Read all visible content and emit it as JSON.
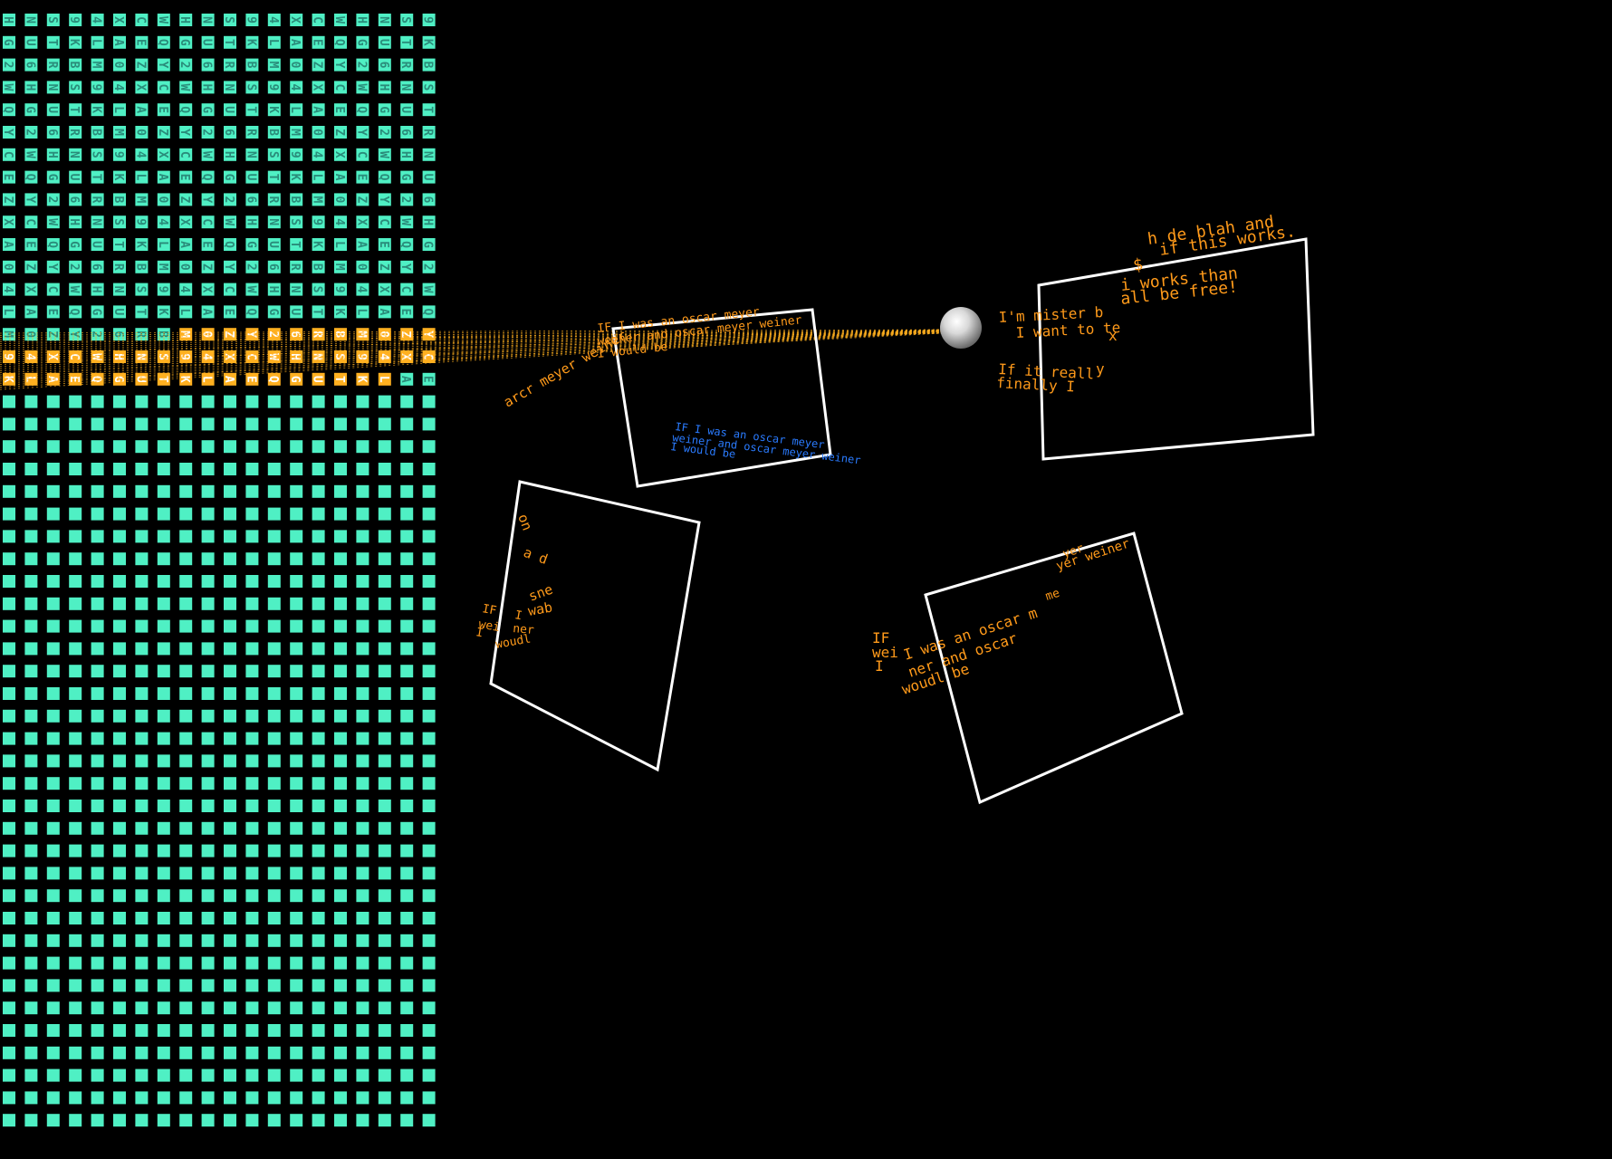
{
  "colors": {
    "background": "#000000",
    "grid_cell": "#4ff0c4",
    "grid_glyph": "#2a8c7a",
    "glyph_highlight": "#ffb020",
    "text_orange": "#ff9a1a",
    "text_blue": "#2a7bff",
    "frame": "#ffffff"
  },
  "icons": {
    "sphere": "sphere-icon"
  },
  "frame_texts": {
    "top_center": {
      "line1": "IF I was an oscar meyer",
      "line2": "weiner and oscar meyer weiner",
      "line3": "I would be",
      "blue1": "IF I was an oscar meyer",
      "blue2": "weiner and oscar meyer weiner",
      "blue3": "I would be"
    },
    "upper_right": {
      "t1": "h de blah and",
      "t2": "if this works.",
      "t3": "$",
      "t4": "i works than",
      "t5": "all be free!",
      "t6": "I'm mister b",
      "t7": "I want to te",
      "t8": "x",
      "t9": "If it reall",
      "t10": "y",
      "t11": "finally I"
    },
    "left": {
      "arc": "arcr meyer weiner",
      "t1": "IF",
      "t2": "I",
      "t3": "wei",
      "t4": "ner",
      "t5": "I",
      "t6": "woudl",
      "t7": "wab",
      "t8": "sne",
      "t9": "on",
      "t10": "a d"
    },
    "bottom_right": {
      "t1": "IF",
      "t2": "wei",
      "t3": "I",
      "t4": "I was an oscar m",
      "t5": "ner and oscar",
      "t6": "woudl be",
      "t7": "me",
      "t8": "yer",
      "t9": "yer weiner"
    }
  }
}
